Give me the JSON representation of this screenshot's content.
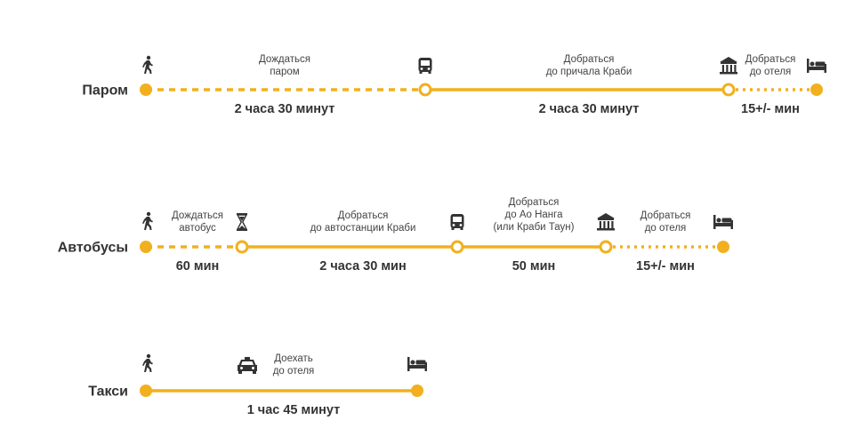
{
  "colors": {
    "accent": "#f2b01e",
    "text": "#333333",
    "icon": "#333333",
    "background": "#ffffff"
  },
  "routes": [
    {
      "name": "Паром",
      "segments": [
        {
          "style": "dashed",
          "from_icon": "walk-icon",
          "label": [
            "Дождаться",
            "паром"
          ],
          "duration": "2 часа 30 минут"
        },
        {
          "style": "solid",
          "from_icon": "bus-icon",
          "label": [
            "Добраться",
            "до причала Краби"
          ],
          "duration": "2 часа 30 минут"
        },
        {
          "style": "dotted",
          "from_icon": "building-icon",
          "label": [
            "Добраться",
            "до отеля"
          ],
          "duration": "15+/- мин"
        }
      ],
      "end_icon": "bed-icon"
    },
    {
      "name": "Автобусы",
      "segments": [
        {
          "style": "dashed",
          "from_icon": "walk-icon",
          "label": [
            "Дождаться",
            "автобус"
          ],
          "duration": "60 мин"
        },
        {
          "style": "solid",
          "from_icon": "hourglass-icon",
          "label": [
            "Добраться",
            "до автостанции Краби"
          ],
          "duration": "2 часа 30 мин"
        },
        {
          "style": "solid",
          "from_icon": "bus-icon",
          "label": [
            "Добраться",
            "до Ао Нанга",
            "(или Краби Таун)"
          ],
          "duration": "50 мин"
        },
        {
          "style": "dotted",
          "from_icon": "building-icon",
          "label": [
            "Добраться",
            "до отеля"
          ],
          "duration": "15+/- мин"
        }
      ],
      "end_icon": "bed-icon"
    },
    {
      "name": "Такси",
      "segments": [
        {
          "style": "solid",
          "from_icon": "walk-icon",
          "icon_after": "taxi-icon",
          "label": [
            "Доехать",
            "до отеля"
          ],
          "duration": "1 час 45 минут"
        }
      ],
      "end_icon": "bed-icon"
    }
  ]
}
